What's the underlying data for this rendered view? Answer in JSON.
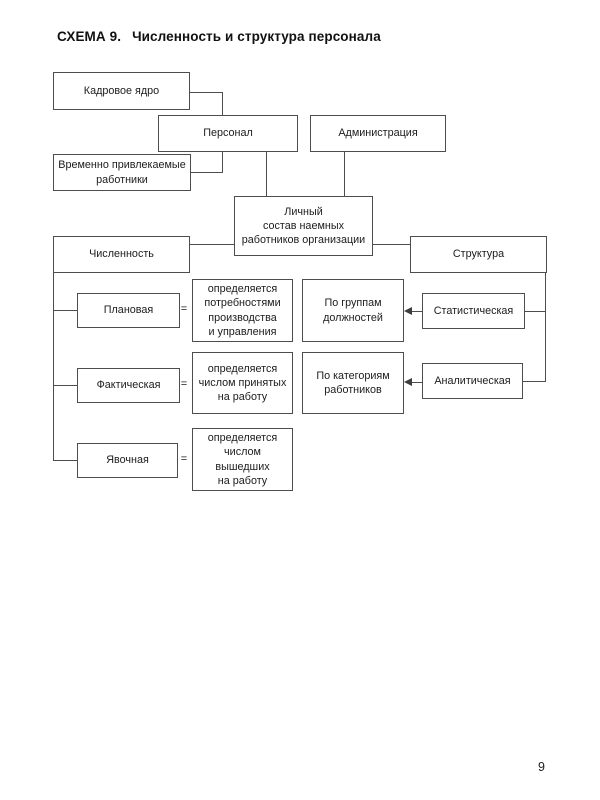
{
  "header": {
    "scheme_label": "СХЕМА 9.",
    "scheme_title": "Численность и структура персонала"
  },
  "footer": {
    "page_number": "9"
  },
  "diagram": {
    "equals": "=",
    "colors": {
      "line": "#4d4d4d",
      "text": "#1c1c1c",
      "background": "#ffffff"
    },
    "nodes": {
      "kadrovoe_yadro": {
        "label": "Кадровое ядро"
      },
      "personal": {
        "label": "Персонал"
      },
      "administratsiya": {
        "label": "Администрация"
      },
      "vremenno_privlekaemye": {
        "label": "Временно привлекаемые\nработники"
      },
      "lichnyy_sostav": {
        "label": "Личный\nсостав наемных\nработников организации"
      },
      "chislennost": {
        "label": "Численность"
      },
      "struktura": {
        "label": "Структура"
      },
      "planovaya": {
        "label": "Плановая"
      },
      "opredelyaetsya_potrebnostyami": {
        "label": "определяется\nпотребностями\nпроизводства\nи управления"
      },
      "po_gruppam_dolzhnostey": {
        "label": "По группам\nдолжностей"
      },
      "statisticheskaya": {
        "label": "Статистическая"
      },
      "fakticheskaya": {
        "label": "Фактическая"
      },
      "opredelyaetsya_prinyatykh": {
        "label": "определяется\nчислом принятых\nна работу"
      },
      "po_kategoriyam_rabotnikov": {
        "label": "По категориям\nработников"
      },
      "analiticheskaya": {
        "label": "Аналитическая"
      },
      "yavochnaya": {
        "label": "Явочная"
      },
      "opredelyaetsya_vyshedshikh": {
        "label": "определяется\nчислом вышедших\nна работу"
      }
    }
  }
}
